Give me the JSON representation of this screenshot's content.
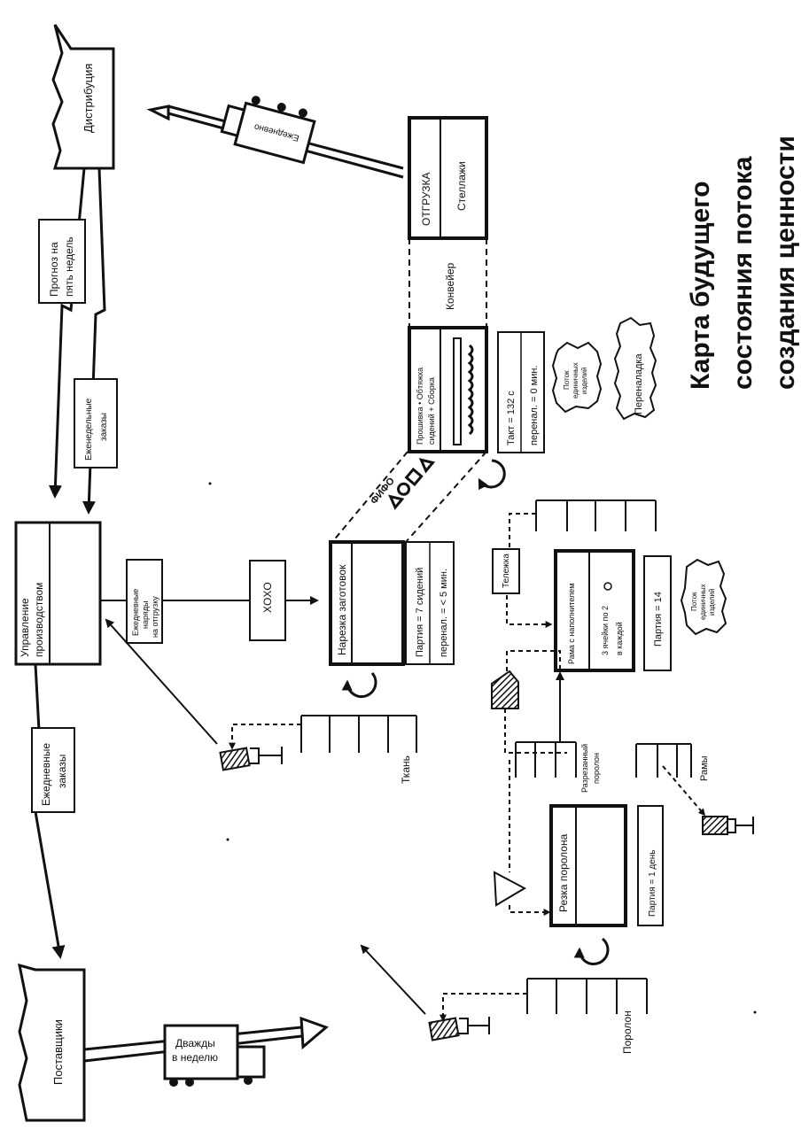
{
  "title": {
    "line1": "Карта будущего",
    "line2": "состояния потока",
    "line3": "создания ценности"
  },
  "nodes": {
    "distribution": "Дистрибуция",
    "suppliers": "Поставщики",
    "production_control": "Управление производством",
    "shipping": {
      "name": "ОТГРУЗКА",
      "sub": "Стеллажи"
    },
    "conveyor": "Конвейер",
    "assembly": {
      "name_line1": "Прошивка • Обтяжка",
      "name_line2": "сидений + Сборка",
      "takt": "Такт = 132 с",
      "changeover": "перенал. = 0 мин."
    },
    "cutting": {
      "name": "Нарезка заготовок",
      "batch": "Партия = 7 сидений",
      "changeover": "перенал. = < 5 мин."
    },
    "frame": {
      "name": "Рама с наполнителем",
      "cells_line1": "3 ячейки по 2",
      "cells_line2": "в каждой",
      "batch": "Партия = 14"
    },
    "foam_cutting": {
      "name": "Резка поролона",
      "batch": "Партия = 1 день"
    }
  },
  "labels": {
    "forecast_line1": "Прогноз на",
    "forecast_line2": "пять недель",
    "weekly_orders_line1": "Еженедельные",
    "weekly_orders_line2": "заказы",
    "daily_orders_line1": "Ежедневные",
    "daily_orders_line2": "заказы",
    "daily_shipping_line1": "Ежедневные",
    "daily_shipping_line2": "наряды",
    "daily_shipping_line3": "на отгрузку",
    "xoxo": "XOXO",
    "fifo": "ФИФО",
    "daily_truck": "Ежедневно",
    "twice_week_line1": "Дважды",
    "twice_week_line2": "в неделю",
    "trolley": "Тележка",
    "fabric": "Ткань",
    "cut_foam_line1": "Разрезанный",
    "cut_foam_line2": "поролон",
    "frames": "Рамы",
    "foam": "Поролон",
    "flow1_line1": "Поток",
    "flow1_line2": "единичных",
    "flow1_line3": "изделий",
    "flow2_line1": "Поток",
    "flow2_line2": "единичных",
    "flow2_line3": "изделий",
    "changeover_burst": "Переналадка"
  },
  "colors": {
    "ink": "#111111",
    "paper": "#ffffff"
  }
}
